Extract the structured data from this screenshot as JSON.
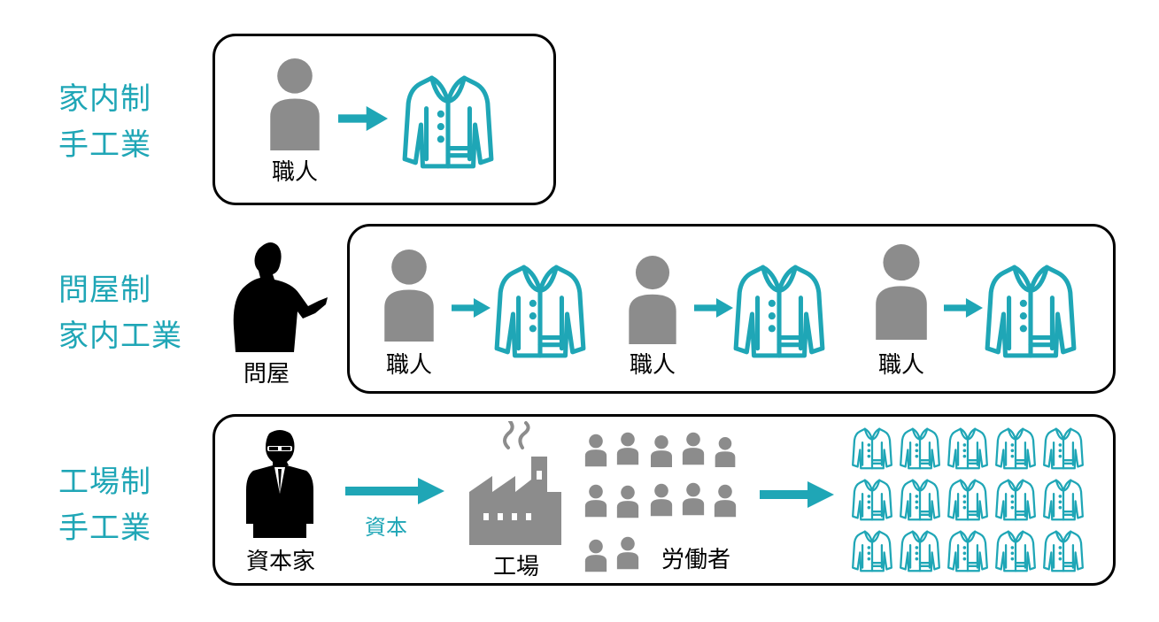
{
  "colors": {
    "accent": "#1fa6b6",
    "person": "#8c8c8c",
    "border": "#000000"
  },
  "rows": [
    {
      "label_line1": "家内制",
      "label_line2": "手工業",
      "worker_label": "職人"
    },
    {
      "label_line1": "問屋制",
      "label_line2": "家内工業",
      "merchant_label": "問屋",
      "worker_labels": [
        "職人",
        "職人",
        "職人"
      ]
    },
    {
      "label_line1": "工場制",
      "label_line2": "手工業",
      "capitalist_label": "資本家",
      "capital_label": "資本",
      "factory_label": "工場",
      "labor_label": "労働者"
    }
  ],
  "icons": [
    "person-icon",
    "arrow-right-icon",
    "jacket-icon",
    "merchant-silhouette-icon",
    "capitalist-silhouette-icon",
    "factory-icon",
    "workers-group-icon"
  ]
}
